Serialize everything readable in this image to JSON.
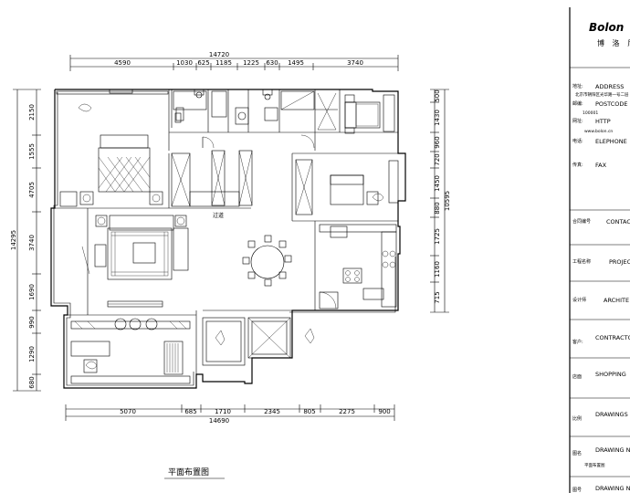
{
  "plan": {
    "caption": "平面布置图",
    "top_total": "14720",
    "top_dims": [
      "4590",
      "1030",
      "625",
      "1185",
      "1225",
      "630",
      "1495",
      "3740"
    ],
    "bottom_total": "14690",
    "bottom_dims": [
      "5070",
      "685",
      "1710",
      "2345",
      "805",
      "2275",
      "900"
    ],
    "left_total": "14295",
    "left_dims": [
      "2150",
      "1555",
      "4705",
      "3740",
      "1690",
      "990",
      "1290",
      "680"
    ],
    "right_total": "10595",
    "right_dims": [
      "500",
      "1430",
      "960",
      "720",
      "1450",
      "880",
      "1725",
      "1160",
      "715"
    ],
    "room_labels": [
      "过道"
    ]
  },
  "title_block": {
    "brand": "Bolon",
    "brand_cn": "博 洛 尼",
    "rows": [
      {
        "cn": "地址:",
        "en": "ADDRESS"
      },
      {
        "cn": "北京市朝阳区光华路一号二层",
        "en": ""
      },
      {
        "cn": "邮编:",
        "en": "POSTCODE"
      },
      {
        "cn": "",
        "en": "100001"
      },
      {
        "cn": "网址:",
        "en": "HTTP"
      },
      {
        "cn": "",
        "en": "www.bolon.cn"
      },
      {
        "cn": "电话:",
        "en": "ELEPHONE"
      },
      {
        "cn": "传真:",
        "en": "FAX"
      }
    ],
    "fields": [
      {
        "cn": "合同编号",
        "en": "CONTAC"
      },
      {
        "cn": "工程名称",
        "en": "PROJEC"
      },
      {
        "cn": "设计师",
        "en": "ARCHITE"
      },
      {
        "cn": "客户:",
        "en": "CONTRACTO"
      },
      {
        "cn": "店面",
        "en": "SHOPPING"
      },
      {
        "cn": "比例",
        "en": "DRAWINGS"
      },
      {
        "cn": "图名",
        "en": "DRAWING N"
      },
      {
        "cn": "平面布置图",
        "en": ""
      },
      {
        "cn": "图号",
        "en": "DRAWING N"
      }
    ]
  }
}
